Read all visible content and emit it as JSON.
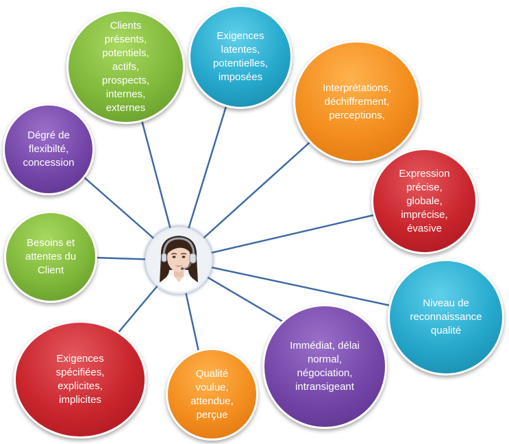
{
  "nodes": {
    "clients": "Clients\nprésents,\npotentiels,\nactifs,\nprospects,\ninternes,\nexternes",
    "exigences_latentes": "Exigences\nlatentes,\npotentielles,\nimposées",
    "interpretations": "Interprétations,\ndéchiffrement,\nperceptions,",
    "expression": "Expression\nprécise,\nglobale,\nimprécise,\névasive",
    "niveau": "Niveau de\nreconnaissance\nqualité",
    "immediat": "Immédiat, délai\nnormal,\nnégociation,\nintransigeant",
    "qualite": "Qualité\nvoulue,\nattendue,\nperçue",
    "exigences_specifiees": "Exigences\nspécifiées,\nexplicites,\nimplicites",
    "besoins": "Besoins et\nattentes du\nClient",
    "degre": "Dégré de\nflexibilté,\nconcession"
  },
  "colors": {
    "green": "#7fb83b",
    "blue": "#25a8cc",
    "orange": "#f38d1e",
    "red": "#c9252d",
    "purple": "#7446a8",
    "connector": "#3e6aa3"
  },
  "center": {
    "icon": "customer-service-agent-avatar"
  }
}
